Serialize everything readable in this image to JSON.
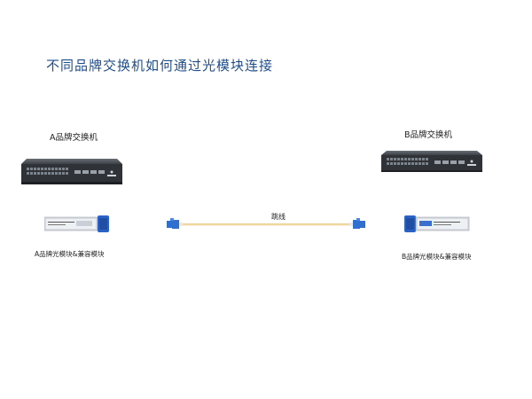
{
  "title": "不同品牌交换机如何通过光模块连接",
  "left": {
    "switch_label": "A品牌交换机",
    "module_label": "A品牌光模块&兼容模块"
  },
  "right": {
    "switch_label": "B品牌交换机",
    "module_label": "B品牌光模块&兼容模块"
  },
  "cable": {
    "label": "跳线",
    "colors": {
      "cable": "#f3dba6",
      "connector": "#2f6fcf"
    }
  },
  "colors": {
    "title": "#1f4e8c",
    "switch_body": "#2f3338"
  }
}
